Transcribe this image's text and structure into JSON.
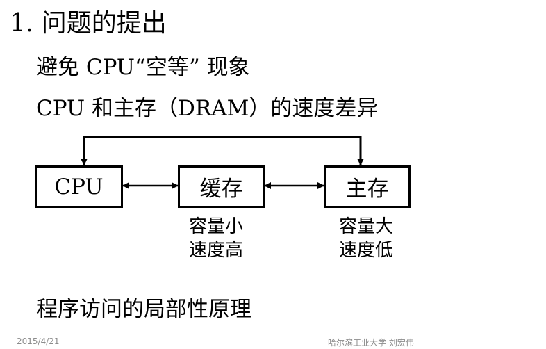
{
  "slide": {
    "title": "1. 问题的提出",
    "line1": "避免 CPU“空等” 现象",
    "line2": "CPU 和主存（DRAM）的速度差异",
    "line3": "程序访问的局部性原理"
  },
  "diagram": {
    "boxes": {
      "cpu": "CPU",
      "cache": "缓存",
      "main_memory": "主存"
    },
    "captions": {
      "cache_line1": "容量小",
      "cache_line2": "速度高",
      "main_line1": "容量大",
      "main_line2": "速度低"
    }
  },
  "footer": {
    "date": "2015/4/21",
    "author": "哈尔滨工业大学  刘宏伟"
  }
}
